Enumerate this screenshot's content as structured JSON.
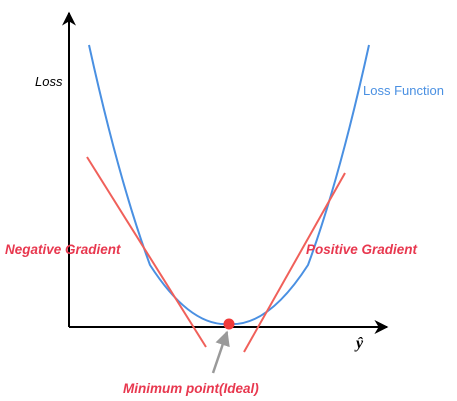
{
  "diagram": {
    "y_axis_label": "Loss",
    "x_axis_label": "ŷ",
    "curve_label": "Loss Function",
    "left_tangent_label": "Negative Gradient",
    "right_tangent_label": "Positive Gradient",
    "minimum_label": "Minimum point(Ideal)"
  },
  "colors": {
    "curve": "#4a90e2",
    "tangent": "#f0605a",
    "label_red": "#e8384f",
    "minimum_dot": "#f03a3a",
    "pointer_arrow": "#9a9a9a",
    "axis": "#000000"
  }
}
